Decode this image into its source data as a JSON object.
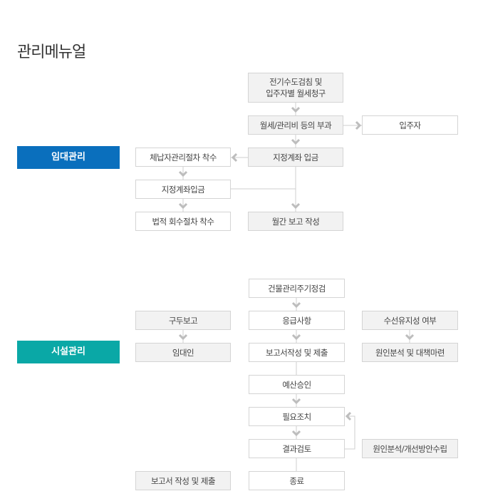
{
  "title": "관리메뉴얼",
  "colors": {
    "rental": "#0a6fbd",
    "facility": "#0aa8a6"
  },
  "rental": {
    "label": "임대관리",
    "meter": "전기수도검침 및",
    "meter2": "입주자별 월세청구",
    "charge": "월세/관리비 등의 부과",
    "tenant": "입주자",
    "deposit": "지정계좌 입금",
    "delinquent": "체납자관리절차 착수",
    "deposit2": "지정계좌입금",
    "legal": "법적 회수절차 착수",
    "monthly": "월간 보고 작성"
  },
  "facility": {
    "label": "시설관리",
    "inspection": "건물관리주기정검",
    "emergency": "응급사항",
    "verbal": "구두보고",
    "landlord": "임대인",
    "report": "보고서작성 및 제출",
    "repair": "수선유지성 여부",
    "cause": "원인분석 및 대책마련",
    "budget": "예산승인",
    "action": "필요조치",
    "review": "결과검토",
    "improve": "원인분석/개선방안수립",
    "report2": "보고서 작성 및 제출",
    "end": "종료"
  }
}
